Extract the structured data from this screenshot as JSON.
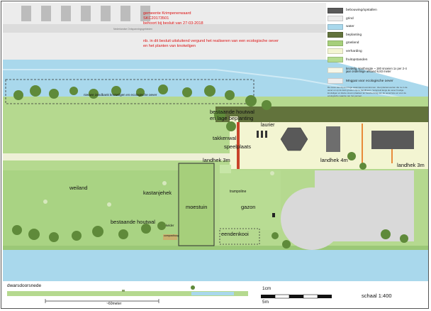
{
  "header": {
    "municipality": "gemeente Krimpenerwaard",
    "case_number": "SKC20173501",
    "decision": "behoort bij besluit van 27-03-2018",
    "note_line1": "nb. in dit besluit uitsluitend vergund het realiseren van een ecologische oever",
    "note_line2": "en het planten van knotwilgen",
    "road_caption": "Nederlandse Ontspanningsgebieden"
  },
  "map_labels": {
    "ecological_bank": "nieuwe zandbank knotwilgen en ecologische oever",
    "existing_hedgerow_top_1": "bestaande houtwal",
    "existing_hedgerow_top_2": "en lage beplanting",
    "laurier": "laurier",
    "takkenwal": "takkenwal",
    "speelplaats": "speelplaats",
    "landhek_3m_left": "landhek 3m",
    "landhek_4m": "landhek 4m",
    "landhek_3m_right": "landhek 3m",
    "weiland": "weiland",
    "kastanjehek": "kastanjehek",
    "moestuin": "moestuin",
    "trampoline": "trampoline",
    "gazon": "gazon",
    "existing_hedgerow_bottom": "bestaande houtwal",
    "kelder": "kelder",
    "composthoop": "composthoop",
    "eendenkooi": "eendenkooi"
  },
  "legend": {
    "items": [
      {
        "label": "bebouwing/opstallen",
        "color": "#595959"
      },
      {
        "label": "grind",
        "color": "#eaeaea"
      },
      {
        "label": "water",
        "color": "#a9d8ec"
      },
      {
        "label": "beplanting",
        "color": "#62733c"
      },
      {
        "label": "grasland",
        "color": "#a6cf7b"
      },
      {
        "label": "verharding",
        "color": "#f3f5d2"
      },
      {
        "label": "fruitopstanden",
        "color": "#b5dc90"
      },
      {
        "label": "knotwilg, knothoogte ~ 180 snoeien 1x per 2-4 jaar onderlinge afstand 6,83 meter",
        "color": "#f7f7e8"
      },
      {
        "label": "Mngpat voor ecologische oever",
        "color": "#eeeeee"
      }
    ],
    "fine_print": "De oever kan bij een hoge waterstand overstromen. Veel plantensoorten die nu in de oever en op de kant groeien zijn te handhaven. Verspreid langs de oever houtige knotwilgen en kleine stoven plaatsen ter bescherming van de oeverzone en voor de ecologische waarde van het perceel."
  },
  "cross_section": {
    "title": "dwarsdoorsnede",
    "width_label": "~60meter"
  },
  "scale": {
    "unit_top": "1cm",
    "unit_bottom": "5m",
    "ratio": "schaal 1:400"
  },
  "colors": {
    "water": "#a9d8ec",
    "grass": "#b5d98f",
    "grass_dark": "#9bc877",
    "planting": "#62733c",
    "hedge": "#5f8a3a",
    "paving": "#f3f5d2",
    "building": "#595959",
    "gravel": "#d8d8d8",
    "road": "#e6e6e6",
    "red": "#d11111"
  }
}
